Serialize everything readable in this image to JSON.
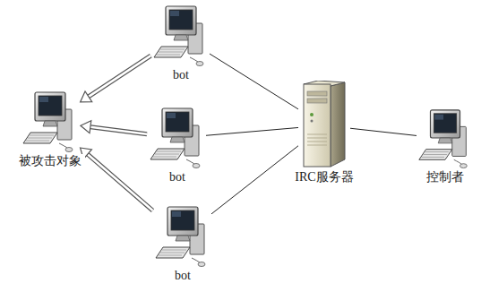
{
  "diagram": {
    "nodes": [
      {
        "text": [
          "bot"
        ]
      },
      {
        "text": [
          "被攻击对象"
        ]
      },
      {
        "text": [
          "bot"
        ]
      },
      {
        "text": [
          "IRC服务器"
        ]
      },
      {
        "text": [
          "控制者"
        ]
      },
      {
        "text": [
          "bot"
        ]
      }
    ],
    "edges": [
      {
        "from": 0,
        "to": 1,
        "arrow": "to"
      },
      {
        "from": 2,
        "to": 1,
        "arrow": "to"
      },
      {
        "from": 5,
        "to": 1,
        "arrow": "to"
      },
      {
        "from": 0,
        "to": 3,
        "arrow": "none"
      },
      {
        "from": 2,
        "to": 3,
        "arrow": "none"
      },
      {
        "from": 5,
        "to": 3,
        "arrow": "none"
      },
      {
        "from": 3,
        "to": 4,
        "arrow": "none"
      }
    ]
  }
}
